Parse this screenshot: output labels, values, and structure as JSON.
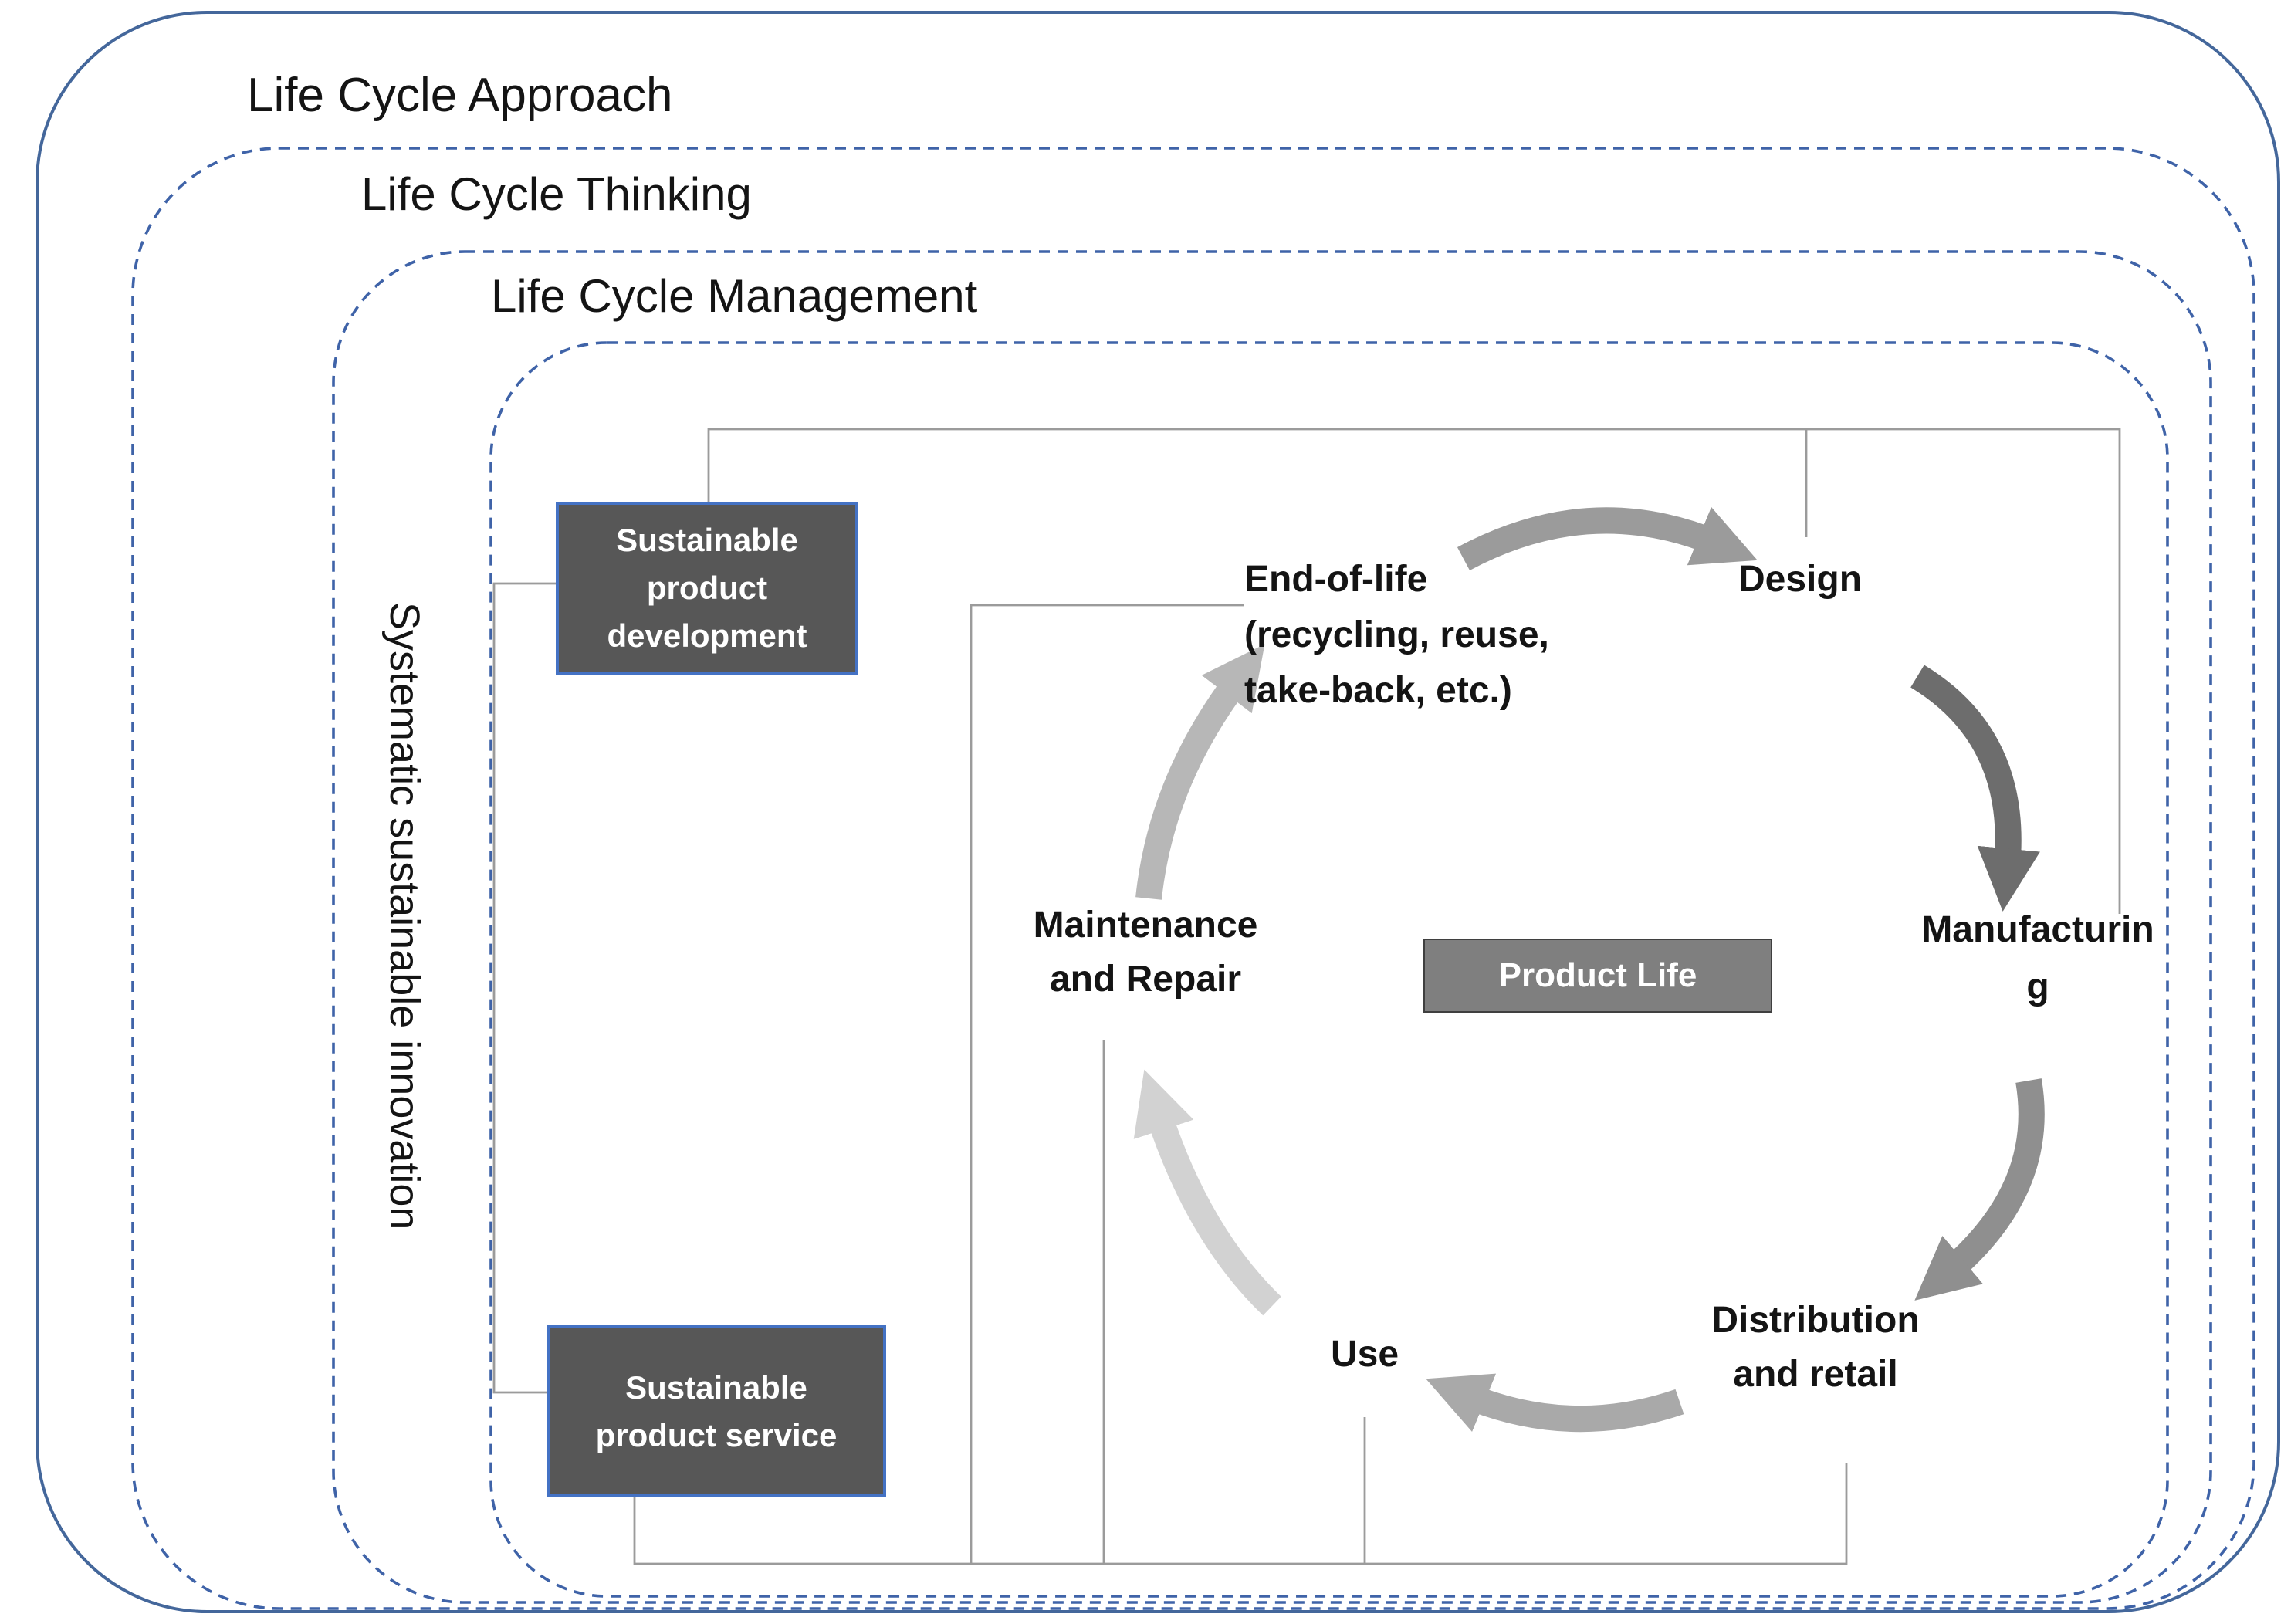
{
  "frames": [
    {
      "id": "life-cycle-approach",
      "label": "Life Cycle Approach",
      "style": "solid"
    },
    {
      "id": "life-cycle-thinking",
      "label": "Life Cycle Thinking",
      "style": "dashed"
    },
    {
      "id": "life-cycle-management",
      "label": "Life Cycle Management",
      "style": "dashed"
    },
    {
      "id": "inner-frame",
      "label": "",
      "style": "dashed"
    }
  ],
  "vertical_label": "Systematic sustainable innovation",
  "side_boxes": {
    "development": {
      "line1": "Sustainable",
      "line2": "product",
      "line3": "development"
    },
    "service": {
      "line1": "Sustainable",
      "line2": "product service"
    }
  },
  "center_box": {
    "label": "Product Life"
  },
  "cycle": {
    "design": {
      "line1": "Design"
    },
    "manufacturing": {
      "line1": "Manufacturin",
      "line2": "g"
    },
    "distribution": {
      "line1": "Distribution",
      "line2": "and retail"
    },
    "use": {
      "line1": "Use"
    },
    "maintenance": {
      "line1": "Maintenance",
      "line2": "and Repair"
    },
    "end_of_life": {
      "line1": "End-of-life",
      "line2": "(recycling, reuse,",
      "line3": "take-back, etc.)"
    }
  },
  "arrows": [
    {
      "name": "end-of-life-to-design",
      "color": "#9b9b9b"
    },
    {
      "name": "design-to-manufacturing",
      "color": "#6d6d6d"
    },
    {
      "name": "manufacturing-to-distribution",
      "color": "#8f8f8f"
    },
    {
      "name": "distribution-to-use",
      "color": "#a9a9a9"
    },
    {
      "name": "use-to-maintenance",
      "color": "#d2d2d2"
    },
    {
      "name": "maintenance-to-end-of-life",
      "color": "#b7b7b7"
    }
  ],
  "colors": {
    "solid_frame_blue": "#44679b",
    "dashed_frame_blue": "#3f63a8",
    "side_box_fill": "#575757",
    "side_box_border": "#4472c4",
    "center_box_fill": "#7f7f7f",
    "center_box_border": "#3f3f3f",
    "connector_gray": "#9b9b9b",
    "label_text": "#141414",
    "box_text": "#ffffff"
  }
}
